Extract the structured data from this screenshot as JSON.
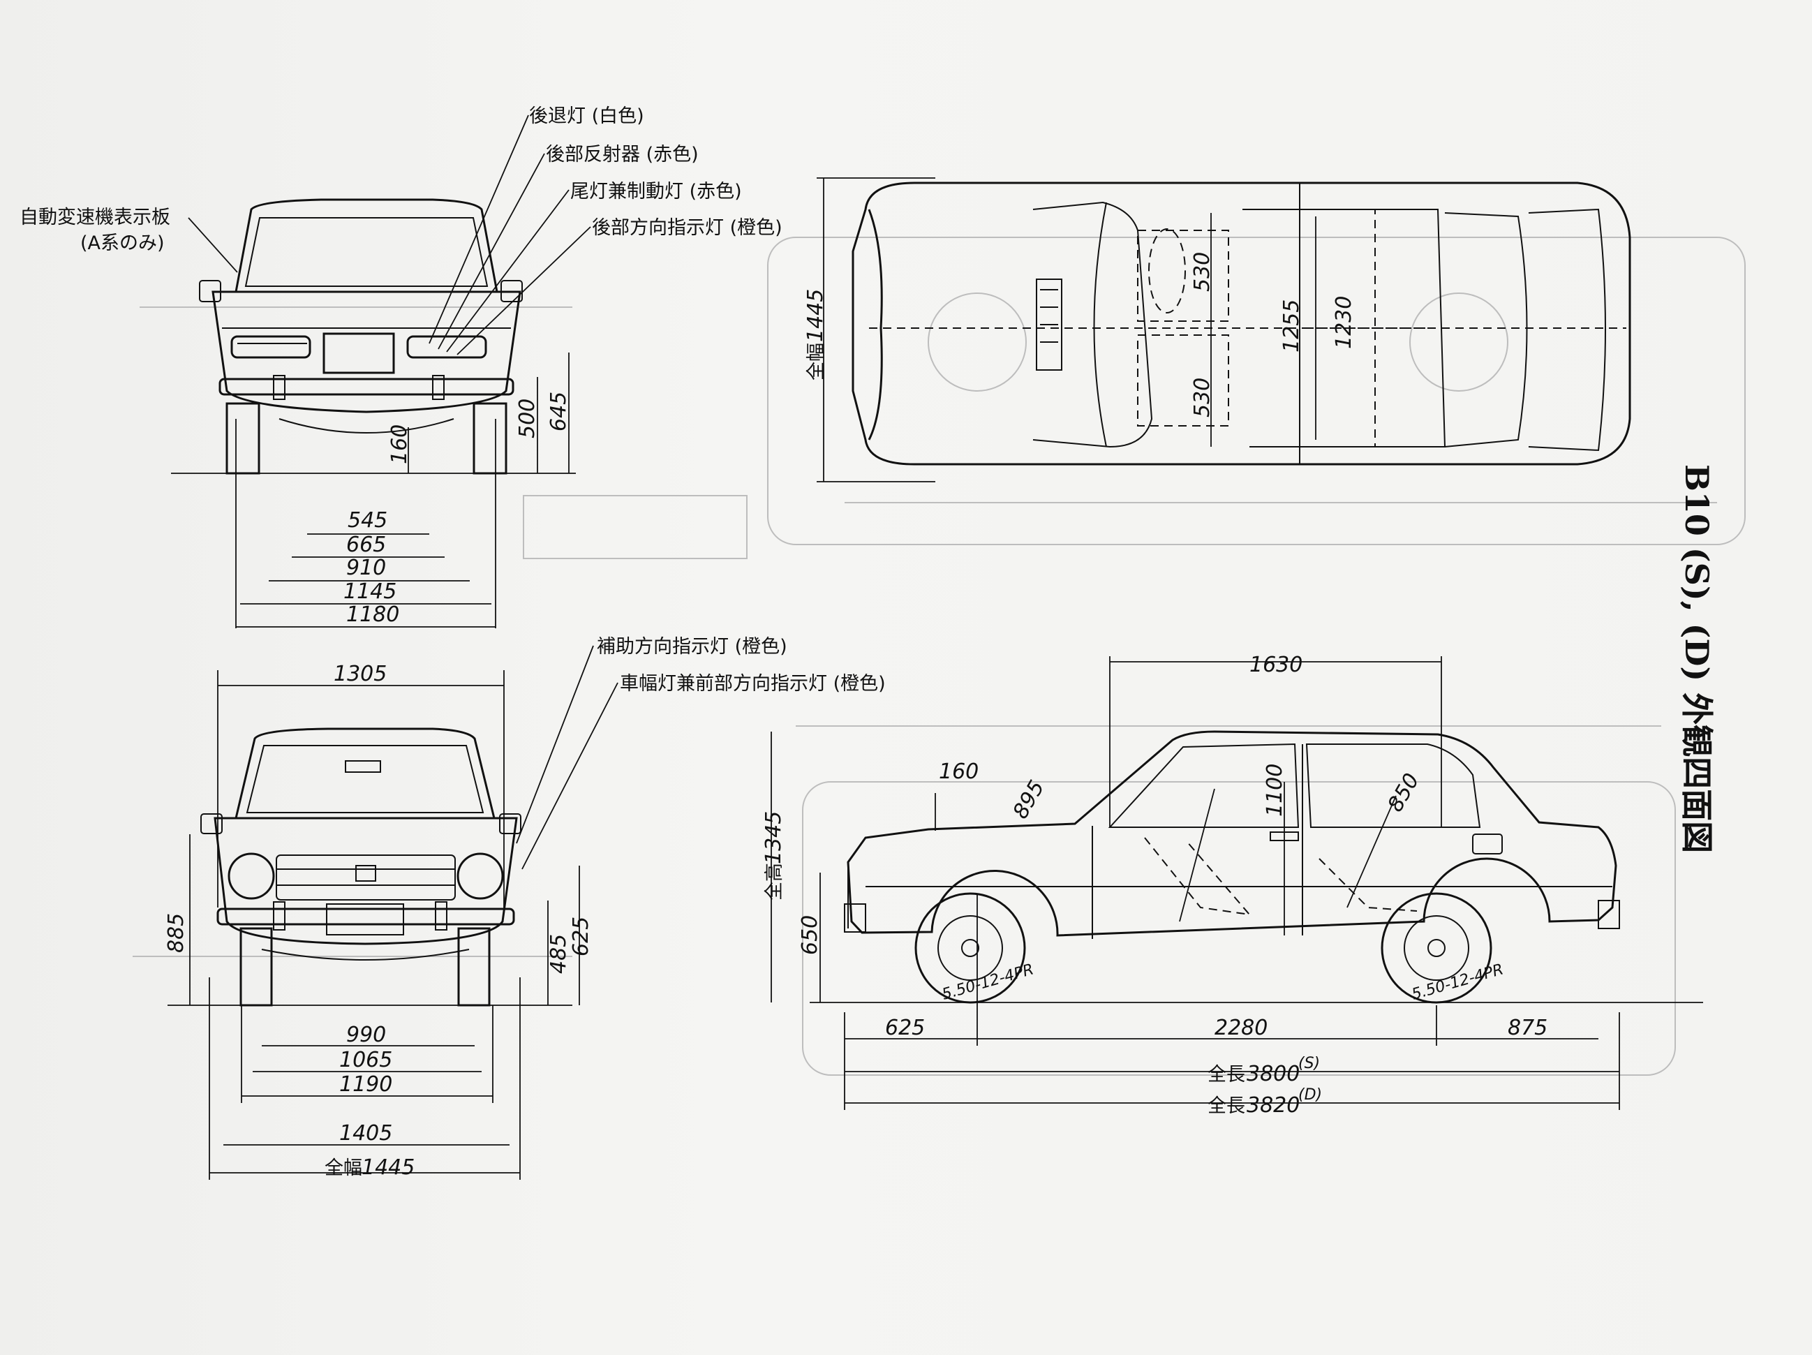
{
  "title": "B10 (S), (D) 外観四面図",
  "callouts_rear": {
    "at_indicator": "自動変速機表示板",
    "at_indicator_note": "(A系のみ)",
    "reverse_lamp": "後退灯 (白色)",
    "rear_reflector": "後部反射器 (赤色)",
    "tail_stop_lamp": "尾灯兼制動灯 (赤色)",
    "rear_turn_signal": "後部方向指示灯 (橙色)"
  },
  "callouts_front": {
    "side_turn_signal": "補助方向指示灯 (橙色)",
    "clearance_front_turn": "車幅灯兼前部方向指示灯 (橙色)"
  },
  "rear_view_dims": {
    "h_160": "160",
    "h_500": "500",
    "h_645": "645",
    "w_545": "545",
    "w_665": "665",
    "w_910": "910",
    "w_1145": "1145",
    "w_1180": "1180"
  },
  "front_view_dims": {
    "w_1305": "1305",
    "h_885": "885",
    "h_485": "485",
    "h_625": "625",
    "w_990": "990",
    "w_1065": "1065",
    "w_1190": "1190",
    "w_1405": "1405",
    "width_label": "全幅",
    "width_value": "1445"
  },
  "top_view_dims": {
    "width_label": "全幅",
    "width_value": "1445",
    "seat_front_a": "530",
    "seat_front_b": "530",
    "tread_1255": "1255",
    "tread_1230": "1230"
  },
  "side_view_dims": {
    "d_1630": "1630",
    "d_160": "160",
    "d_895": "895",
    "d_1100": "1100",
    "d_850": "850",
    "height_label": "全高",
    "height_value": "1345",
    "d_650": "650",
    "tire_front": "5.50-12-4PR",
    "tire_rear": "5.50-12-4PR",
    "overhang_front": "625",
    "wheelbase": "2280",
    "overhang_rear": "875",
    "length_label": "全長",
    "length_s": "3800",
    "length_s_suffix": "(S)",
    "length_d": "3820",
    "length_d_suffix": "(D)"
  }
}
